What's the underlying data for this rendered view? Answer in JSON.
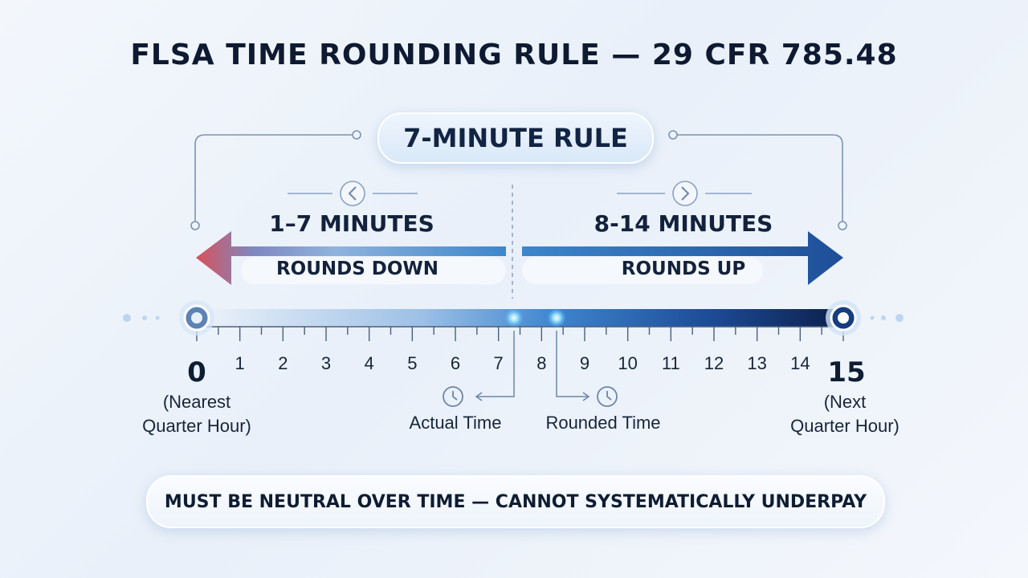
{
  "title": "FLSA TIME ROUNDING RULE — 29 CFR 785.48",
  "rule_name": "7-MINUTE RULE",
  "left_range": {
    "label": "1–7 MINUTES",
    "action": "ROUNDS DOWN",
    "icon": "chevron-left-icon"
  },
  "right_range": {
    "label": "8-14 MINUTES",
    "action": "ROUNDS UP",
    "icon": "chevron-right-icon"
  },
  "scale": {
    "start": {
      "value": "0",
      "caption_line1": "(Nearest",
      "caption_line2": "Quarter Hour)"
    },
    "end": {
      "value": "15",
      "caption_line1": "(Next",
      "caption_line2": "Quarter Hour)"
    },
    "ticks": [
      "1",
      "2",
      "3",
      "4",
      "5",
      "6",
      "7",
      "8",
      "9",
      "10",
      "11",
      "12",
      "13",
      "14"
    ]
  },
  "markers": {
    "actual": {
      "label": "Actual Time",
      "icon": "clock-icon"
    },
    "rounded": {
      "label": "Rounded Time",
      "icon": "clock-icon"
    }
  },
  "colors": {
    "round_down_start": "#d9515a",
    "round_down_end": "#3d86cc",
    "round_up_start": "#3d86cc",
    "round_up_end": "#1e4f98",
    "scale_start": "#e6eef8",
    "scale_end": "#0e2456"
  },
  "footer_note": "MUST BE NEUTRAL OVER TIME — CANNOT SYSTEMATICALLY UNDERPAY"
}
